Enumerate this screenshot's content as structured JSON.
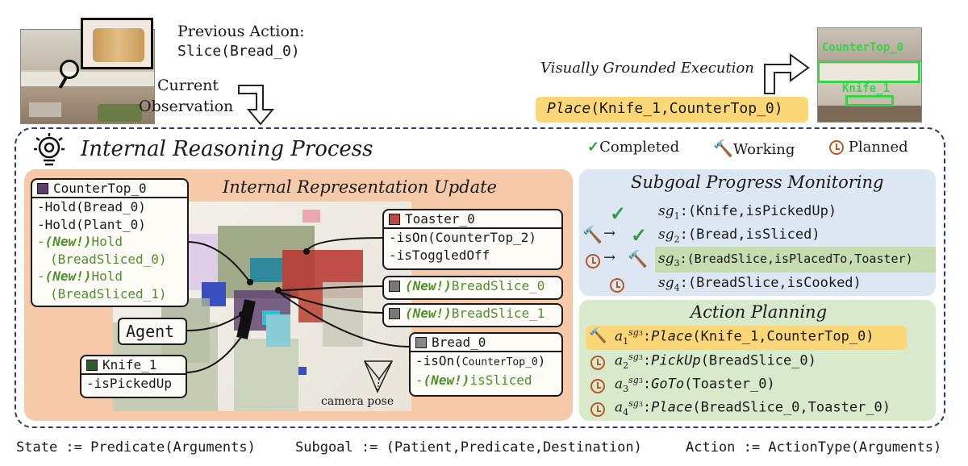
{
  "top": {
    "previous_action_label": "Previous Action:",
    "previous_action_value": "Slice(Bread_0)",
    "current_obs_line1": "Current",
    "current_obs_line2": "Observation",
    "grounded_label": "Visually Grounded Execution",
    "grounded_action_verb": "Place",
    "grounded_action_args": "(Knife_1,CounterTop_0)",
    "box_label_countertop": "CounterTop_0",
    "box_label_knife": "Knife_1"
  },
  "main": {
    "title": "Internal Reasoning Process",
    "legend": {
      "completed": "Completed",
      "working": "Working",
      "planned": "Planned"
    }
  },
  "irep": {
    "title": "Internal Representation Update",
    "agent_label": "Agent",
    "camera_label": "camera pose",
    "countertop": {
      "name": "CounterTop_0",
      "color": "#5b3f6e",
      "lines": [
        "-Hold(Bread_0)",
        "-Hold(Plant_0)"
      ],
      "new1_tag": "(New!)",
      "new1_rest": "Hold",
      "new1_arg": "(BreadSliced_0)",
      "new2_tag": "(New!)",
      "new2_rest": "Hold",
      "new2_arg": "(BreadSliced_1)"
    },
    "toaster": {
      "name": "Toaster_0",
      "color": "#b84a4a",
      "lines": [
        "-isOn(CounterTop_2)",
        "-isToggledOff"
      ]
    },
    "breadslice0": {
      "tag": "(New!)",
      "name": "BreadSlice_0",
      "color": "#777777"
    },
    "breadslice1": {
      "tag": "(New!)",
      "name": "BreadSlice_1",
      "color": "#777777"
    },
    "bread": {
      "name": "Bread_0",
      "color": "#888888",
      "line1_pre": "-isOn(",
      "line1_arg": "CounterTop_0",
      "line1_post": ")",
      "line2_pre": "-",
      "line2_tag": "(New!)",
      "line2_rest": "isSliced"
    },
    "knife": {
      "name": "Knife_1",
      "color": "#2f5a2f",
      "lines": [
        "-isPickedUp"
      ]
    }
  },
  "subgoals": {
    "title": "Subgoal Progress Monitoring",
    "items": [
      {
        "label": "sg",
        "sub": "1",
        "text": ":(Knife,isPickedUp)"
      },
      {
        "label": "sg",
        "sub": "2",
        "text": ":(Bread,isSliced)"
      },
      {
        "label": "sg",
        "sub": "3",
        "text": ":(BreadSlice,isPlacedTo,Toaster)"
      },
      {
        "label": "sg",
        "sub": "4",
        "text": ":(BreadSlice,isCooked)"
      }
    ]
  },
  "planning": {
    "title": "Action Planning",
    "actions": [
      {
        "a": "a",
        "sub": "1",
        "sup": "sg",
        "supsub": "3",
        "verb": "Place",
        "args": "(Knife_1,CounterTop_0)"
      },
      {
        "a": "a",
        "sub": "2",
        "sup": "sg",
        "supsub": "3",
        "verb": "PickUp",
        "args": "(BreadSlice_0)"
      },
      {
        "a": "a",
        "sub": "3",
        "sup": "sg",
        "supsub": "3",
        "verb": "GoTo",
        "args": "(Toaster_0)"
      },
      {
        "a": "a",
        "sub": "4",
        "sup": "sg",
        "supsub": "3",
        "verb": "Place",
        "args": "(BreadSlice_0,Toaster_0)"
      }
    ]
  },
  "footer": {
    "state_def": "State := Predicate(Arguments)",
    "subgoal_def": "Subgoal := (Patient,Predicate,Destination)",
    "action_def": "Action := ActionType(Arguments)"
  },
  "colors": {
    "panel_orange": "#f6c9a8",
    "panel_blue": "#dde7f3",
    "panel_green": "#d9e9cc",
    "highlight_yellow": "#fcd777",
    "new_green": "#4f8f2c",
    "dashed_border": "#2b3e66"
  }
}
